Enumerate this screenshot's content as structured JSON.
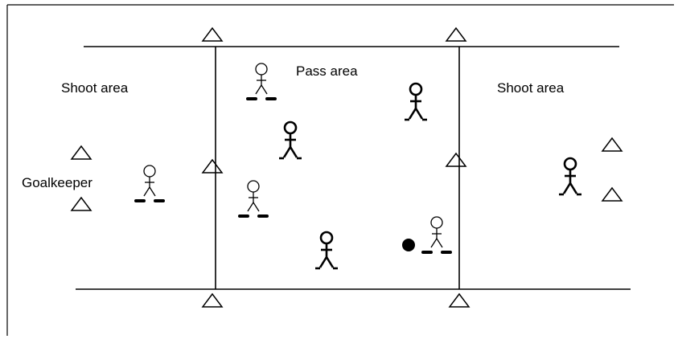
{
  "labels": {
    "shoot_area_left": "Shoot area",
    "pass_area": "Pass area",
    "shoot_area_right": "Shoot area",
    "goalkeeper": "Goalkeeper"
  },
  "colors": {
    "line": "#000000",
    "background": "#ffffff"
  },
  "icons": [
    "cone-icon",
    "player-icon",
    "ball-icon"
  ]
}
